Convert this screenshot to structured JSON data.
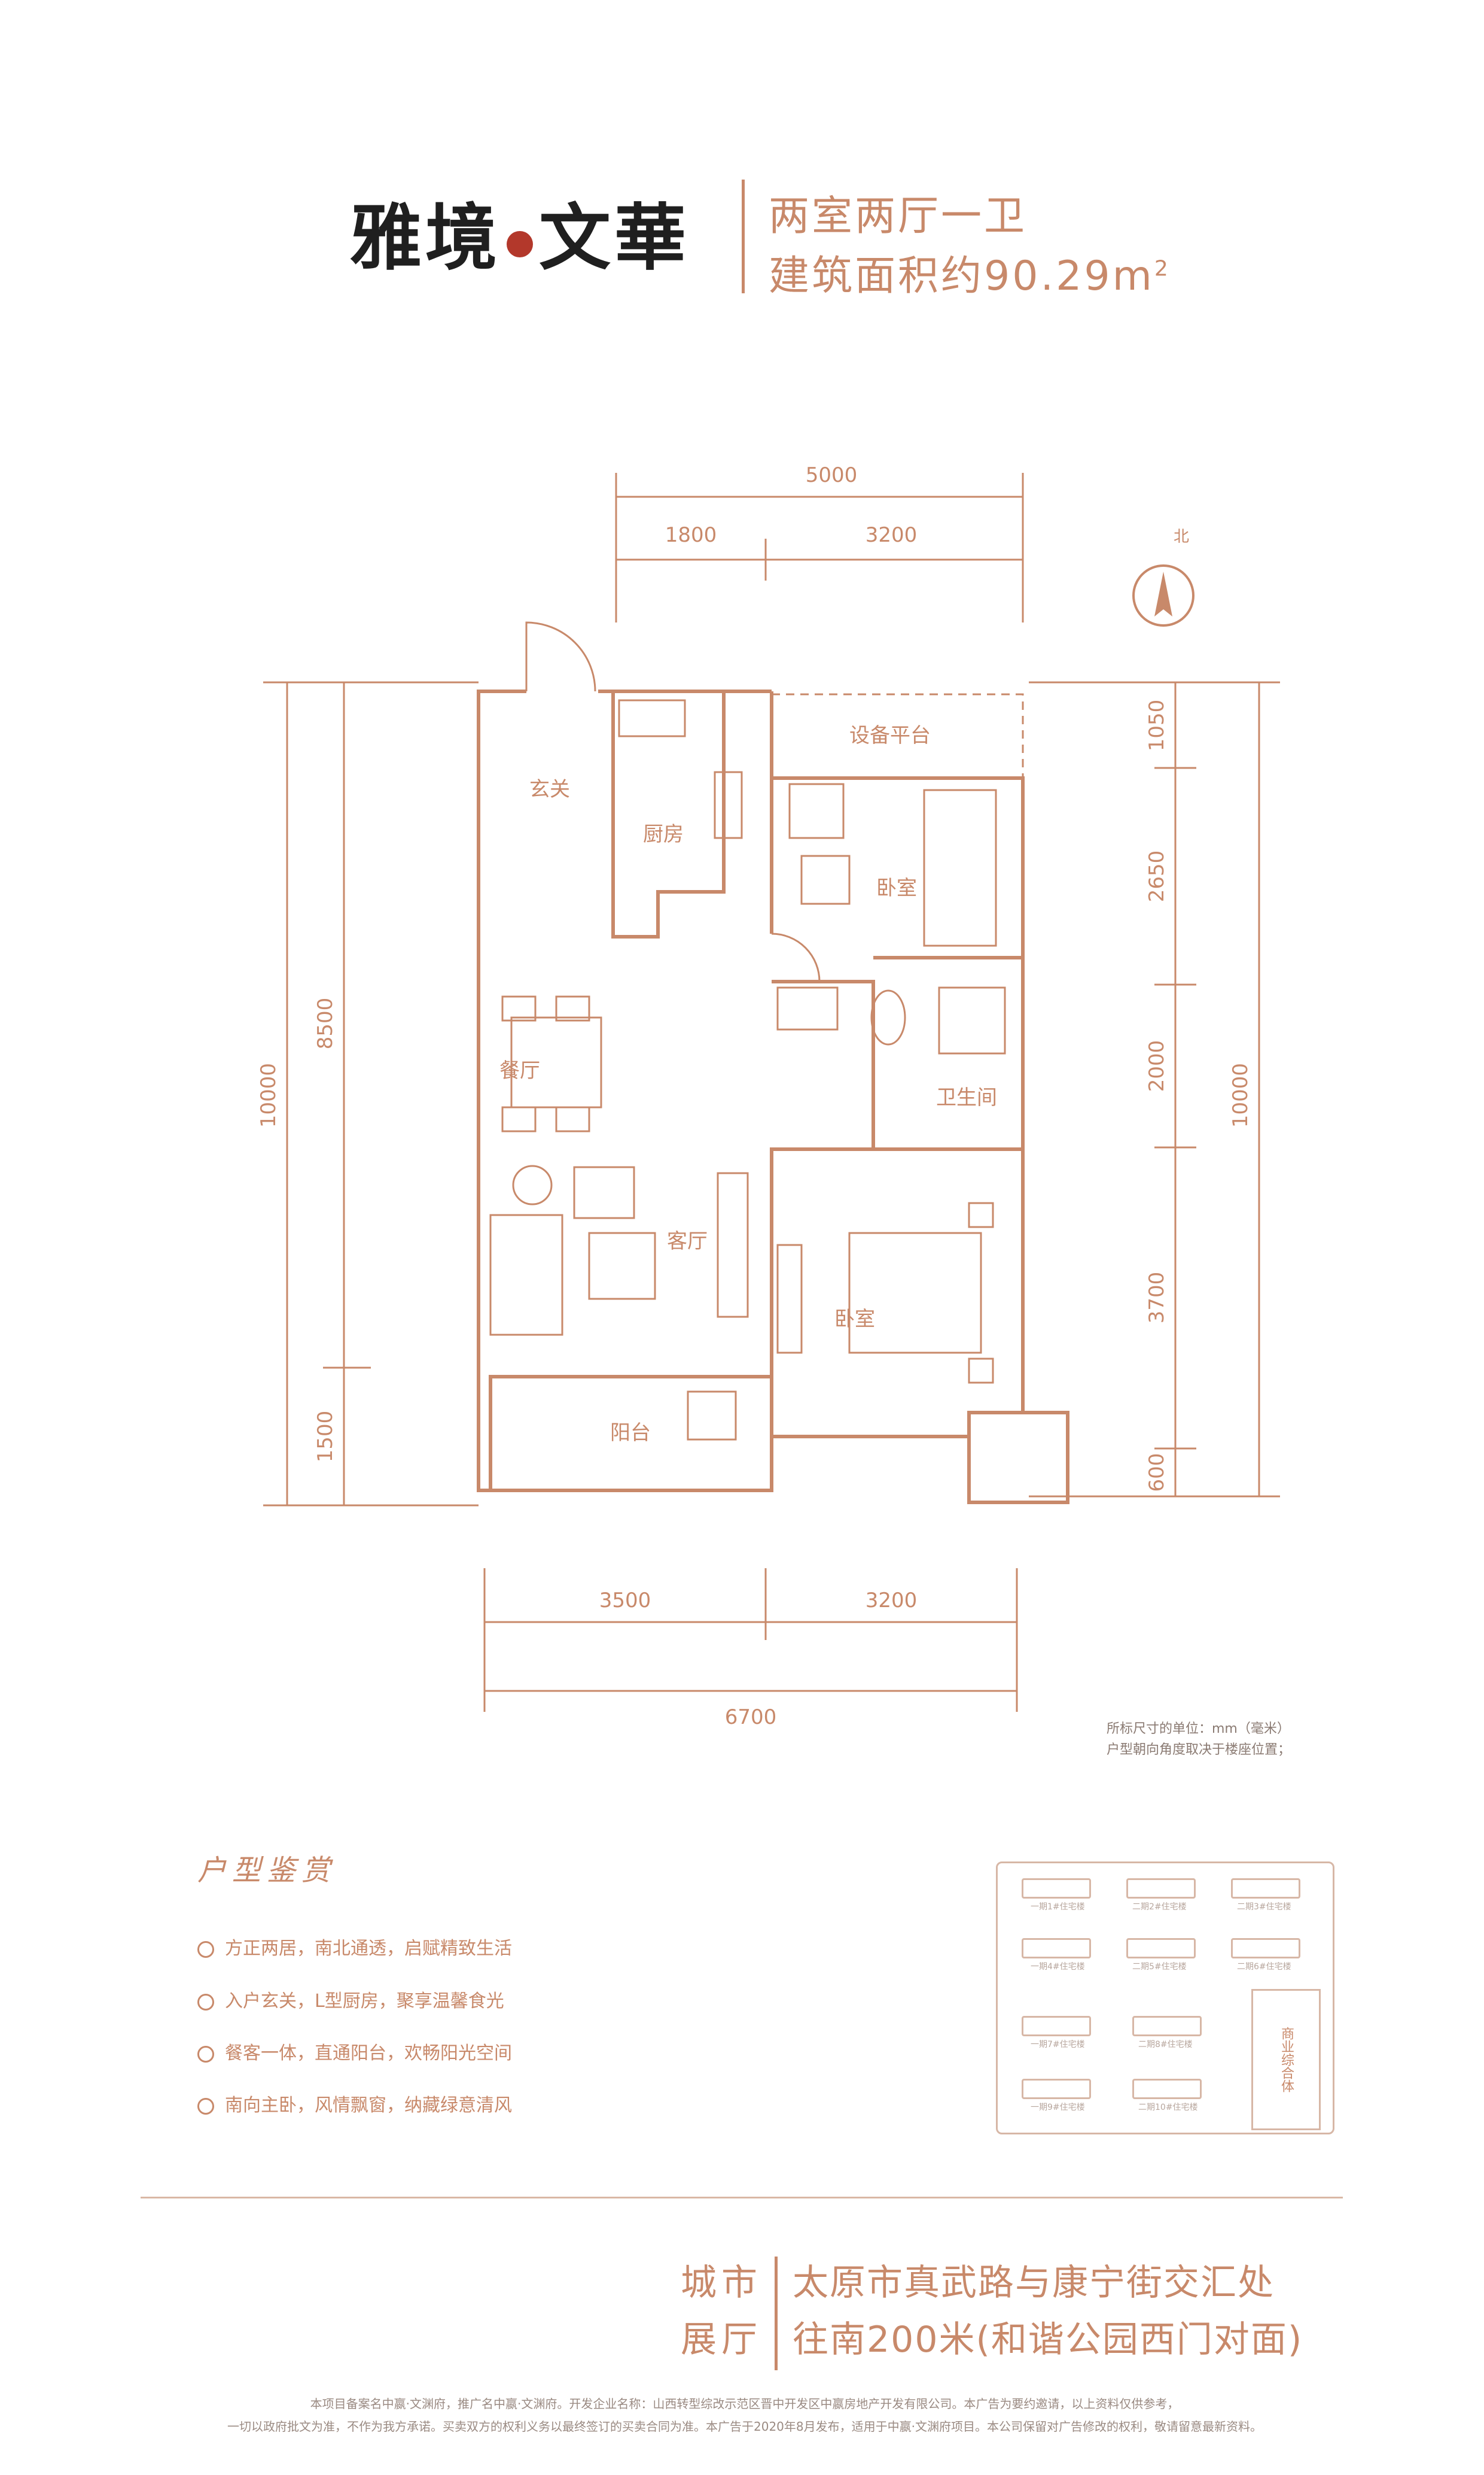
{
  "brand": {
    "name_part1": "雅境",
    "name_part2": "文華",
    "seal_color": "#b3382b"
  },
  "unit": {
    "layout": "两室两厅一卫",
    "area_label": "建筑面积约90.29m",
    "area_sup": "2"
  },
  "colors": {
    "accent": "#c8896a",
    "line": "#d7b7a6",
    "text_dark": "#1f1f1f"
  },
  "compass": {
    "label": "北"
  },
  "dimensions": {
    "top_total": "5000",
    "top_left": "1800",
    "top_right": "3200",
    "bottom_left": "3500",
    "bottom_right": "3200",
    "bottom_total": "6700",
    "left_outer": "10000",
    "left_inner_top": "8500",
    "left_inner_bottom": "1500",
    "right_1": "1050",
    "right_2": "2650",
    "right_3": "2000",
    "right_4": "3700",
    "right_5": "600",
    "right_total": "10000"
  },
  "rooms": {
    "entry": "玄关",
    "kitchen": "厨房",
    "equipment": "设备平台",
    "bedroom_north": "卧室",
    "dining": "餐厅",
    "bathroom": "卫生间",
    "living": "客厅",
    "bedroom_south": "卧室",
    "balcony": "阳台"
  },
  "notes": {
    "unit_note": "所标尺寸的单位：mm（毫米）",
    "orientation_note": "户型朝向角度取决于楼座位置；"
  },
  "features": {
    "title": "户型鉴赏",
    "items": [
      "方正两居，南北通透，启赋精致生活",
      "入户玄关，L型厨房，聚享温馨食光",
      "餐客一体，直通阳台，欢畅阳光空间",
      "南向主卧，风情飘窗，纳藏绿意清风"
    ]
  },
  "siteplan": {
    "buildings": [
      "一期1#住宅楼",
      "二期2#住宅楼",
      "二期3#住宅楼",
      "一期4#住宅楼",
      "二期5#住宅楼",
      "二期6#住宅楼",
      "一期7#住宅楼",
      "二期8#住宅楼",
      "一期9#住宅楼",
      "二期10#住宅楼"
    ],
    "commercial": "商业综合体"
  },
  "location": {
    "label_line1": "城市",
    "label_line2": "展厅",
    "line1": "太原市真武路与康宁街交汇处",
    "line2": "往南200米(和谐公园西门对面)"
  },
  "disclaimer": {
    "line1": "本项目备案名中嬴·文渊府，推广名中嬴·文渊府。开发企业名称：山西转型综改示范区晋中开发区中嬴房地产开发有限公司。本广告为要约邀请，以上资料仅供参考，",
    "line2": "一切以政府批文为准，不作为我方承诺。买卖双方的权利义务以最终签订的买卖合同为准。本广告于2020年8月发布，适用于中嬴·文渊府项目。本公司保留对广告修改的权利，敬请留意最新资料。"
  }
}
